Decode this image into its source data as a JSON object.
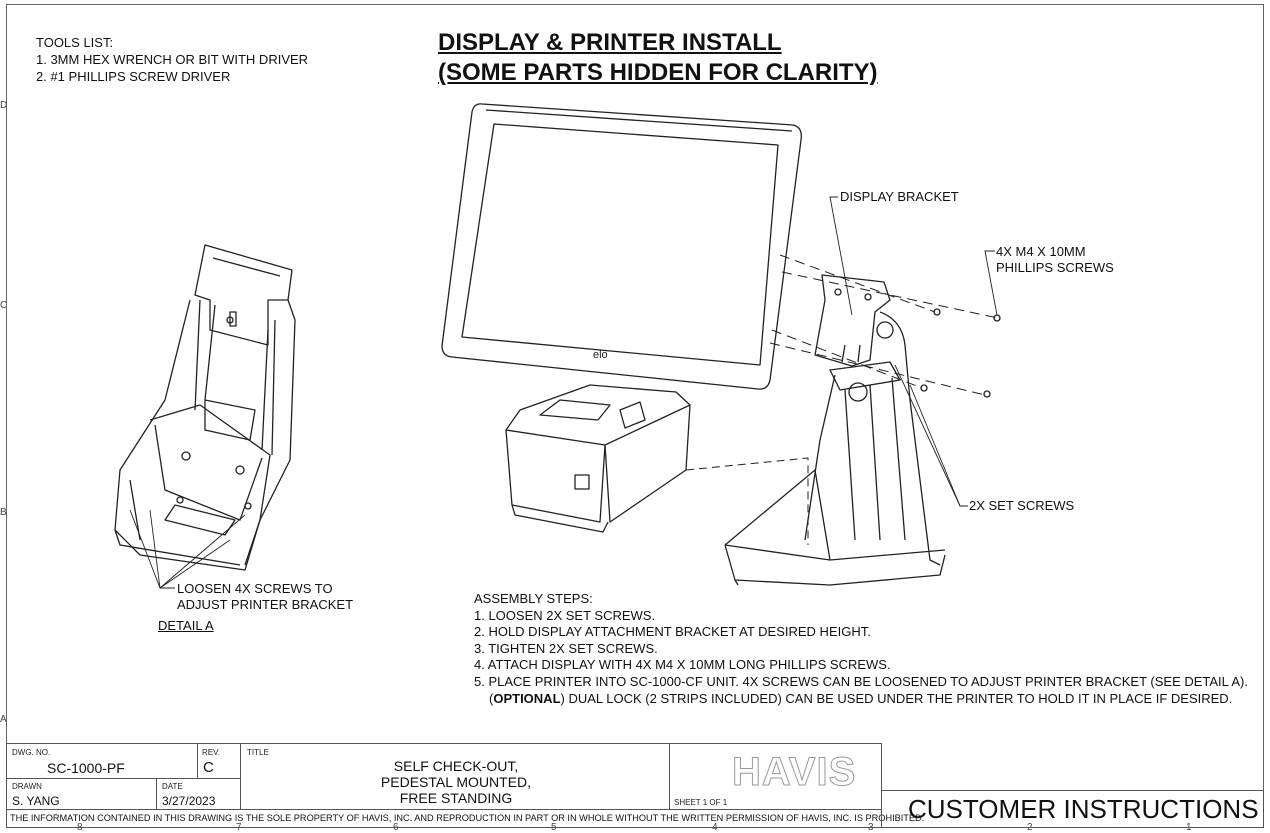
{
  "tools": {
    "heading": "TOOLS LIST:",
    "items": [
      "1. 3MM HEX WRENCH OR BIT WITH DRIVER",
      "2. #1 PHILLIPS SCREW DRIVER"
    ]
  },
  "title": {
    "line1": "DISPLAY & PRINTER INSTALL",
    "line2": "(SOME PARTS HIDDEN FOR CLARITY)"
  },
  "callouts": {
    "display_bracket": "DISPLAY BRACKET",
    "screws_line1": "4X M4 X 10MM",
    "screws_line2": "PHILLIPS SCREWS",
    "set_screws": "2X SET SCREWS",
    "loosen_line1": "LOOSEN 4X SCREWS TO",
    "loosen_line2": "ADJUST PRINTER BRACKET",
    "detail": "DETAIL A"
  },
  "steps": {
    "heading": "ASSEMBLY STEPS:",
    "items": [
      "1. LOOSEN 2X SET SCREWS.",
      "2. HOLD DISPLAY ATTACHMENT BRACKET AT DESIRED HEIGHT.",
      "3. TIGHTEN 2X SET SCREWS.",
      "4. ATTACH DISPLAY WITH 4X M4 X 10MM LONG PHILLIPS SCREWS.",
      "5. PLACE PRINTER INTO SC-1000-CF UNIT. 4X SCREWS CAN BE LOOSENED TO ADJUST PRINTER BRACKET (SEE DETAIL A)."
    ],
    "optional_bold": "OPTIONAL",
    "optional_prefix": "(",
    "optional_rest": ") DUAL LOCK (2 STRIPS INCLUDED) CAN BE USED UNDER THE PRINTER TO HOLD IT IN PLACE IF DESIRED."
  },
  "title_block": {
    "dwg_no_label": "DWG. NO.",
    "dwg_no": "SC-1000-PF",
    "rev_label": "REV.",
    "rev": "C",
    "title_label": "TITLE",
    "title_lines": [
      "SELF CHECK-OUT,",
      "PEDESTAL MOUNTED,",
      "FREE STANDING"
    ],
    "drawn_label": "DRAWN",
    "drawn": "S. YANG",
    "date_label": "DATE",
    "date": "3/27/2023",
    "sheet": "SHEET 1 OF 1",
    "logo": "HAVIS",
    "footer": "THE INFORMATION CONTAINED IN THIS DRAWING IS THE SOLE PROPERTY OF HAVIS, INC. AND REPRODUCTION IN PART OR IN WHOLE WITHOUT THE WRITTEN PERMISSION OF HAVIS, INC. IS PROHIBITED.",
    "customer": "CUSTOMER INSTRUCTIONS"
  },
  "zones": {
    "bottom": [
      "8",
      "7",
      "6",
      "5",
      "4",
      "3",
      "2",
      "1"
    ],
    "side": [
      "D",
      "C",
      "B",
      "A"
    ]
  }
}
